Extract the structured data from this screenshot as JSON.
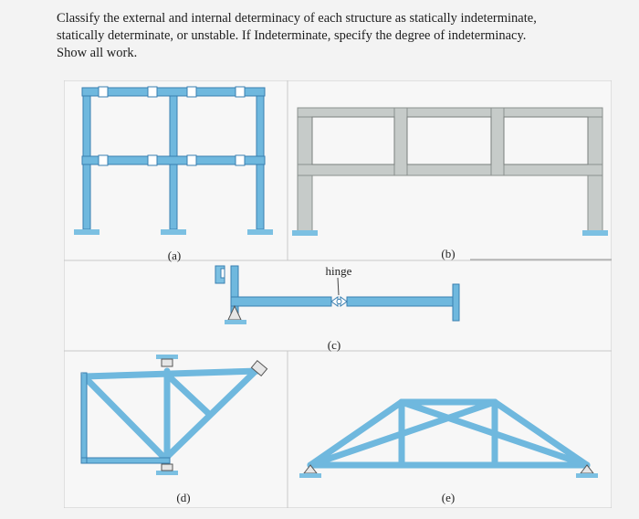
{
  "question": {
    "line1": "Classify the external and internal determinacy of each structure as statically indeterminate,",
    "line2": "statically determinate, or unstable. If Indeterminate, specify the degree of indeterminacy.",
    "line3": "Show all work."
  },
  "labels": {
    "a": "(a)",
    "b": "(b)",
    "c": "(c)",
    "d": "(d)",
    "e": "(e)",
    "hinge": "hinge"
  },
  "colors": {
    "member": "#6fb8de",
    "member_edge": "#3a7fb0",
    "concrete": "#c6cbc9",
    "concrete_edge": "#8b908e",
    "support": "#7cc0e2",
    "panel_line": "#c9c9c9"
  }
}
